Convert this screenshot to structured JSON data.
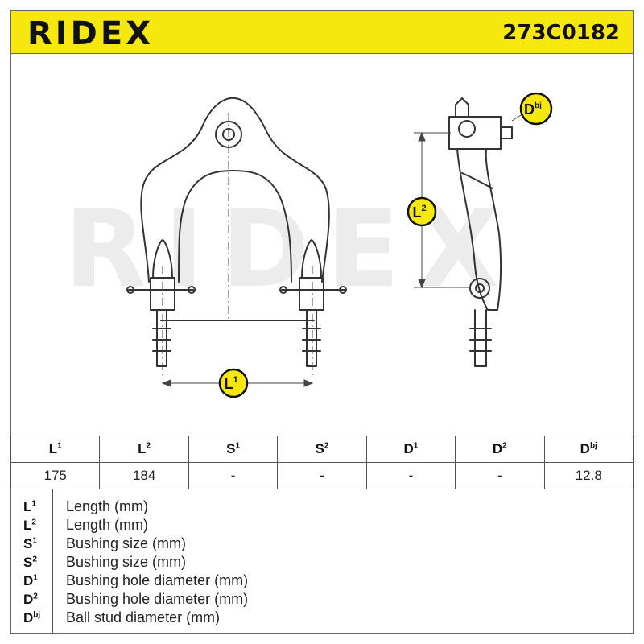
{
  "header": {
    "brand": "RIDEX",
    "part_number": "273C0182"
  },
  "diagram": {
    "watermark": "RIDEX",
    "labels": {
      "l1": {
        "base": "L",
        "sup": "1"
      },
      "l2": {
        "base": "L",
        "sup": "2"
      },
      "dbj": {
        "base": "D",
        "sup": "bj"
      }
    }
  },
  "spec_table": {
    "headers": [
      {
        "base": "L",
        "sup": "1"
      },
      {
        "base": "L",
        "sup": "2"
      },
      {
        "base": "S",
        "sup": "1"
      },
      {
        "base": "S",
        "sup": "2"
      },
      {
        "base": "D",
        "sup": "1"
      },
      {
        "base": "D",
        "sup": "2"
      },
      {
        "base": "D",
        "sup": "bj"
      }
    ],
    "values": [
      "175",
      "184",
      "-",
      "-",
      "-",
      "-",
      "12.8"
    ]
  },
  "legend": [
    {
      "base": "L",
      "sup": "1",
      "desc": "Length (mm)"
    },
    {
      "base": "L",
      "sup": "2",
      "desc": "Length (mm)"
    },
    {
      "base": "S",
      "sup": "1",
      "desc": "Bushing size (mm)"
    },
    {
      "base": "S",
      "sup": "2",
      "desc": "Bushing size (mm)"
    },
    {
      "base": "D",
      "sup": "1",
      "desc": "Bushing hole diameter (mm)"
    },
    {
      "base": "D",
      "sup": "2",
      "desc": "Bushing hole diameter (mm)"
    },
    {
      "base": "D",
      "sup": "bj",
      "desc": "Ball stud diameter (mm)"
    }
  ],
  "colors": {
    "header_bg": "#f6e70e",
    "badge_bg": "#f6e70e",
    "line": "#333333",
    "watermark": "#ececec"
  }
}
